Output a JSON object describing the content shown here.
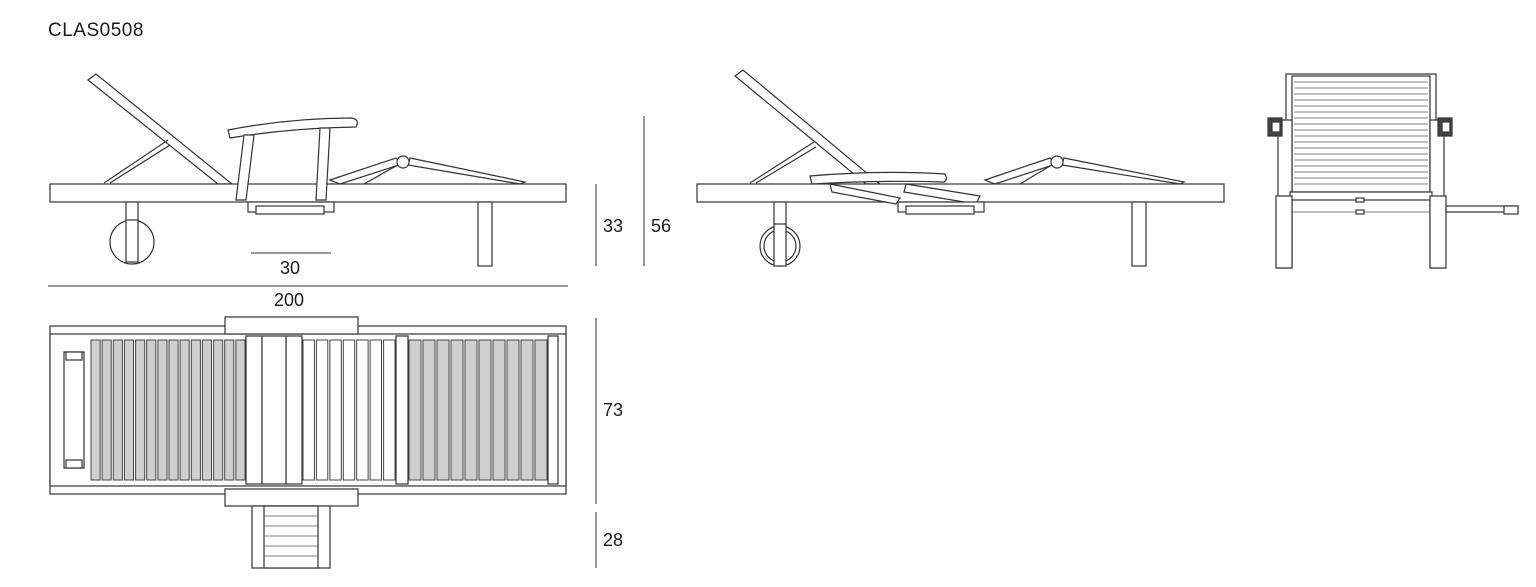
{
  "product_code": "CLAS0508",
  "dimensions": {
    "wheel_span": "30",
    "seat_height": "33",
    "total_height": "56",
    "length": "200",
    "width": "73",
    "tray_depth": "28"
  },
  "colors": {
    "line": "#333333",
    "slat_fill": "#cfcfcf",
    "background": "#ffffff"
  }
}
